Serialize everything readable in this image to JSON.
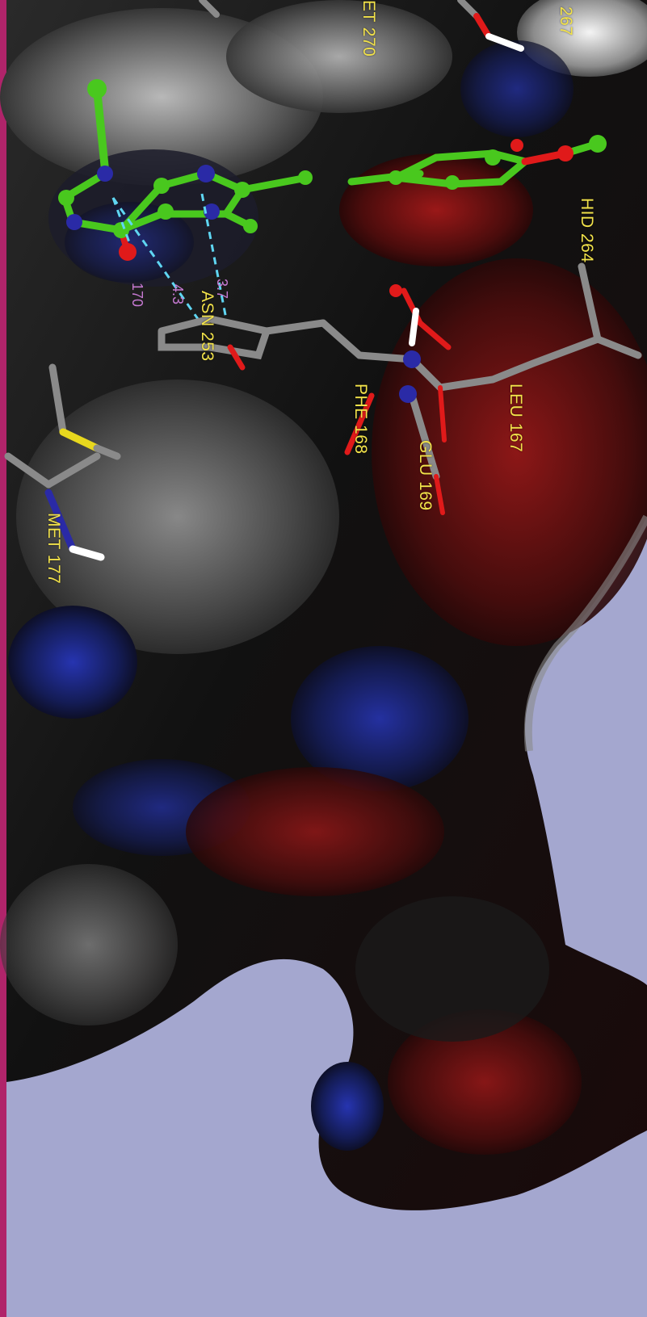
{
  "residues": [
    {
      "key": "res_267",
      "label": "267"
    },
    {
      "key": "res_met270",
      "label": "ET 270"
    },
    {
      "key": "res_hid264",
      "label": "HID 264"
    },
    {
      "key": "res_asn253",
      "label": "ASN 253"
    },
    {
      "key": "res_phe168",
      "label": "PHE 168"
    },
    {
      "key": "res_leu167",
      "label": "LEU 167"
    },
    {
      "key": "res_glu169",
      "label": "GLU 169"
    },
    {
      "key": "res_met177",
      "label": "MET 177"
    }
  ],
  "distances": [
    {
      "key": "d1",
      "label": "170"
    },
    {
      "key": "d2",
      "label": "4.3"
    },
    {
      "key": "d3",
      "label": "3.7"
    }
  ],
  "colors": {
    "background": "#a4a7cf",
    "surface_dark": "#141414",
    "surface_grey": "#6a6a6a",
    "negative_red": "#7a1212",
    "positive_blue": "#1c2a8c",
    "ligand_carbon": "#49c81e",
    "ligand_nitrogen": "#2a2aa6",
    "ligand_oxygen": "#e01a1a",
    "residue_carbon": "#8a8a8a",
    "sulfur": "#e8d81e",
    "label_yellow": "#f2e24a",
    "label_pink": "#c77ad3",
    "hbond_cyan": "#5fd6f2"
  }
}
